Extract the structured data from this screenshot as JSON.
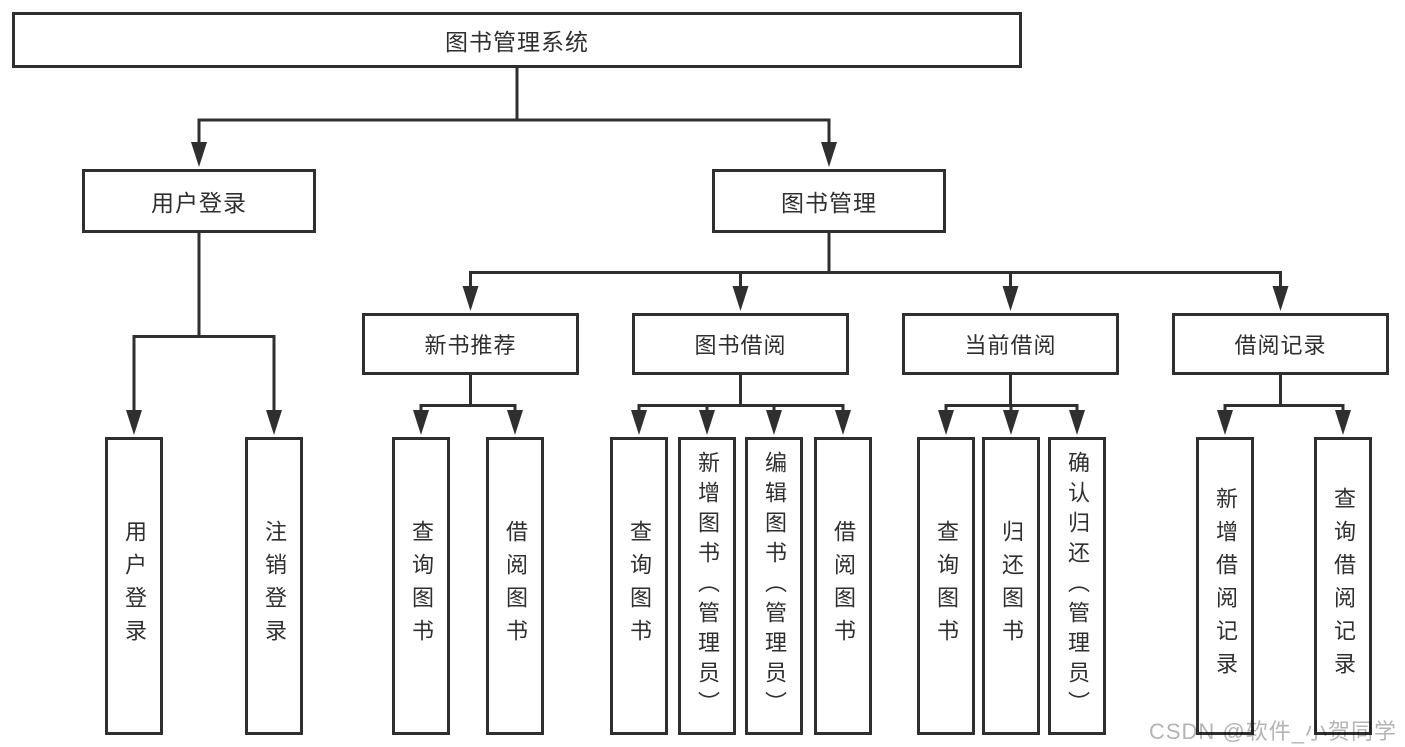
{
  "tree": {
    "root": "图书管理系统",
    "branches": [
      {
        "label": "用户登录",
        "children": [
          "用户登录",
          "注销登录"
        ]
      },
      {
        "label": "图书管理",
        "children": [
          {
            "label": "新书推荐",
            "children": [
              "查询图书",
              "借阅图书"
            ]
          },
          {
            "label": "图书借阅",
            "children": [
              "查询图书",
              "新增图书（管理员）",
              "编辑图书（管理员）",
              "借阅图书"
            ]
          },
          {
            "label": "当前借阅",
            "children": [
              "查询图书",
              "归还图书",
              "确认归还（管理员）"
            ]
          },
          {
            "label": "借阅记录",
            "children": [
              "新增借阅记录",
              "查询借阅记录"
            ]
          }
        ]
      }
    ]
  },
  "watermark": "CSDN @软件_小贺同学",
  "colors": {
    "line": "#2f2f2f",
    "text": "#2f2f2f",
    "background": "#ffffff",
    "watermark": "#b4b4b4"
  }
}
